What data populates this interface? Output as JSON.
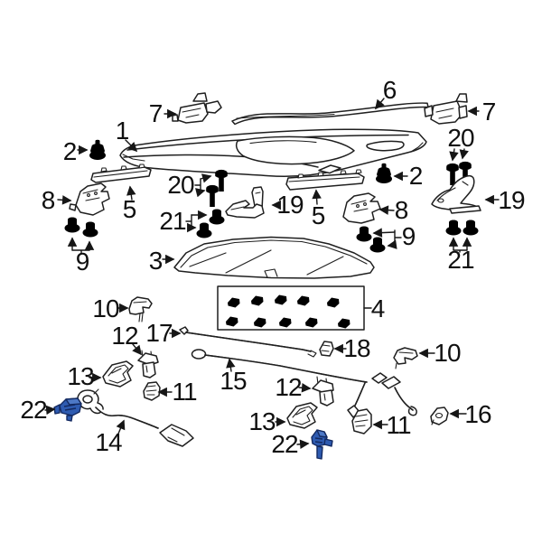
{
  "figure": {
    "type": "exploded-parts-diagram",
    "subject": "vehicle hood assembly",
    "background_color": "#ffffff",
    "line_color": "#1f1f1f",
    "highlight_color": "#2e5bb1",
    "highlighted_callout": "22",
    "callouts": {
      "c1": {
        "label": "1"
      },
      "c2_left": {
        "label": "2"
      },
      "c2_right": {
        "label": "2"
      },
      "c3": {
        "label": "3"
      },
      "c4": {
        "label": "4"
      },
      "c5_left": {
        "label": "5"
      },
      "c5_right": {
        "label": "5"
      },
      "c6": {
        "label": "6"
      },
      "c7_left": {
        "label": "7"
      },
      "c7_right": {
        "label": "7"
      },
      "c8_left": {
        "label": "8"
      },
      "c8_right": {
        "label": "8"
      },
      "c9_left": {
        "label": "9"
      },
      "c9_right": {
        "label": "9"
      },
      "c10_left": {
        "label": "10"
      },
      "c10_right": {
        "label": "10"
      },
      "c11_left": {
        "label": "11"
      },
      "c11_right": {
        "label": "11"
      },
      "c12_left": {
        "label": "12"
      },
      "c12_right": {
        "label": "12"
      },
      "c13_left": {
        "label": "13"
      },
      "c13_right": {
        "label": "13"
      },
      "c14": {
        "label": "14"
      },
      "c15": {
        "label": "15"
      },
      "c16": {
        "label": "16"
      },
      "c17": {
        "label": "17"
      },
      "c18": {
        "label": "18"
      },
      "c19_left": {
        "label": "19"
      },
      "c19_right": {
        "label": "19"
      },
      "c20_left": {
        "label": "20"
      },
      "c20_right": {
        "label": "20"
      },
      "c21_left": {
        "label": "21"
      },
      "c21_right": {
        "label": "21"
      },
      "c22_left": {
        "label": "22"
      },
      "c22_right": {
        "label": "22"
      }
    }
  }
}
